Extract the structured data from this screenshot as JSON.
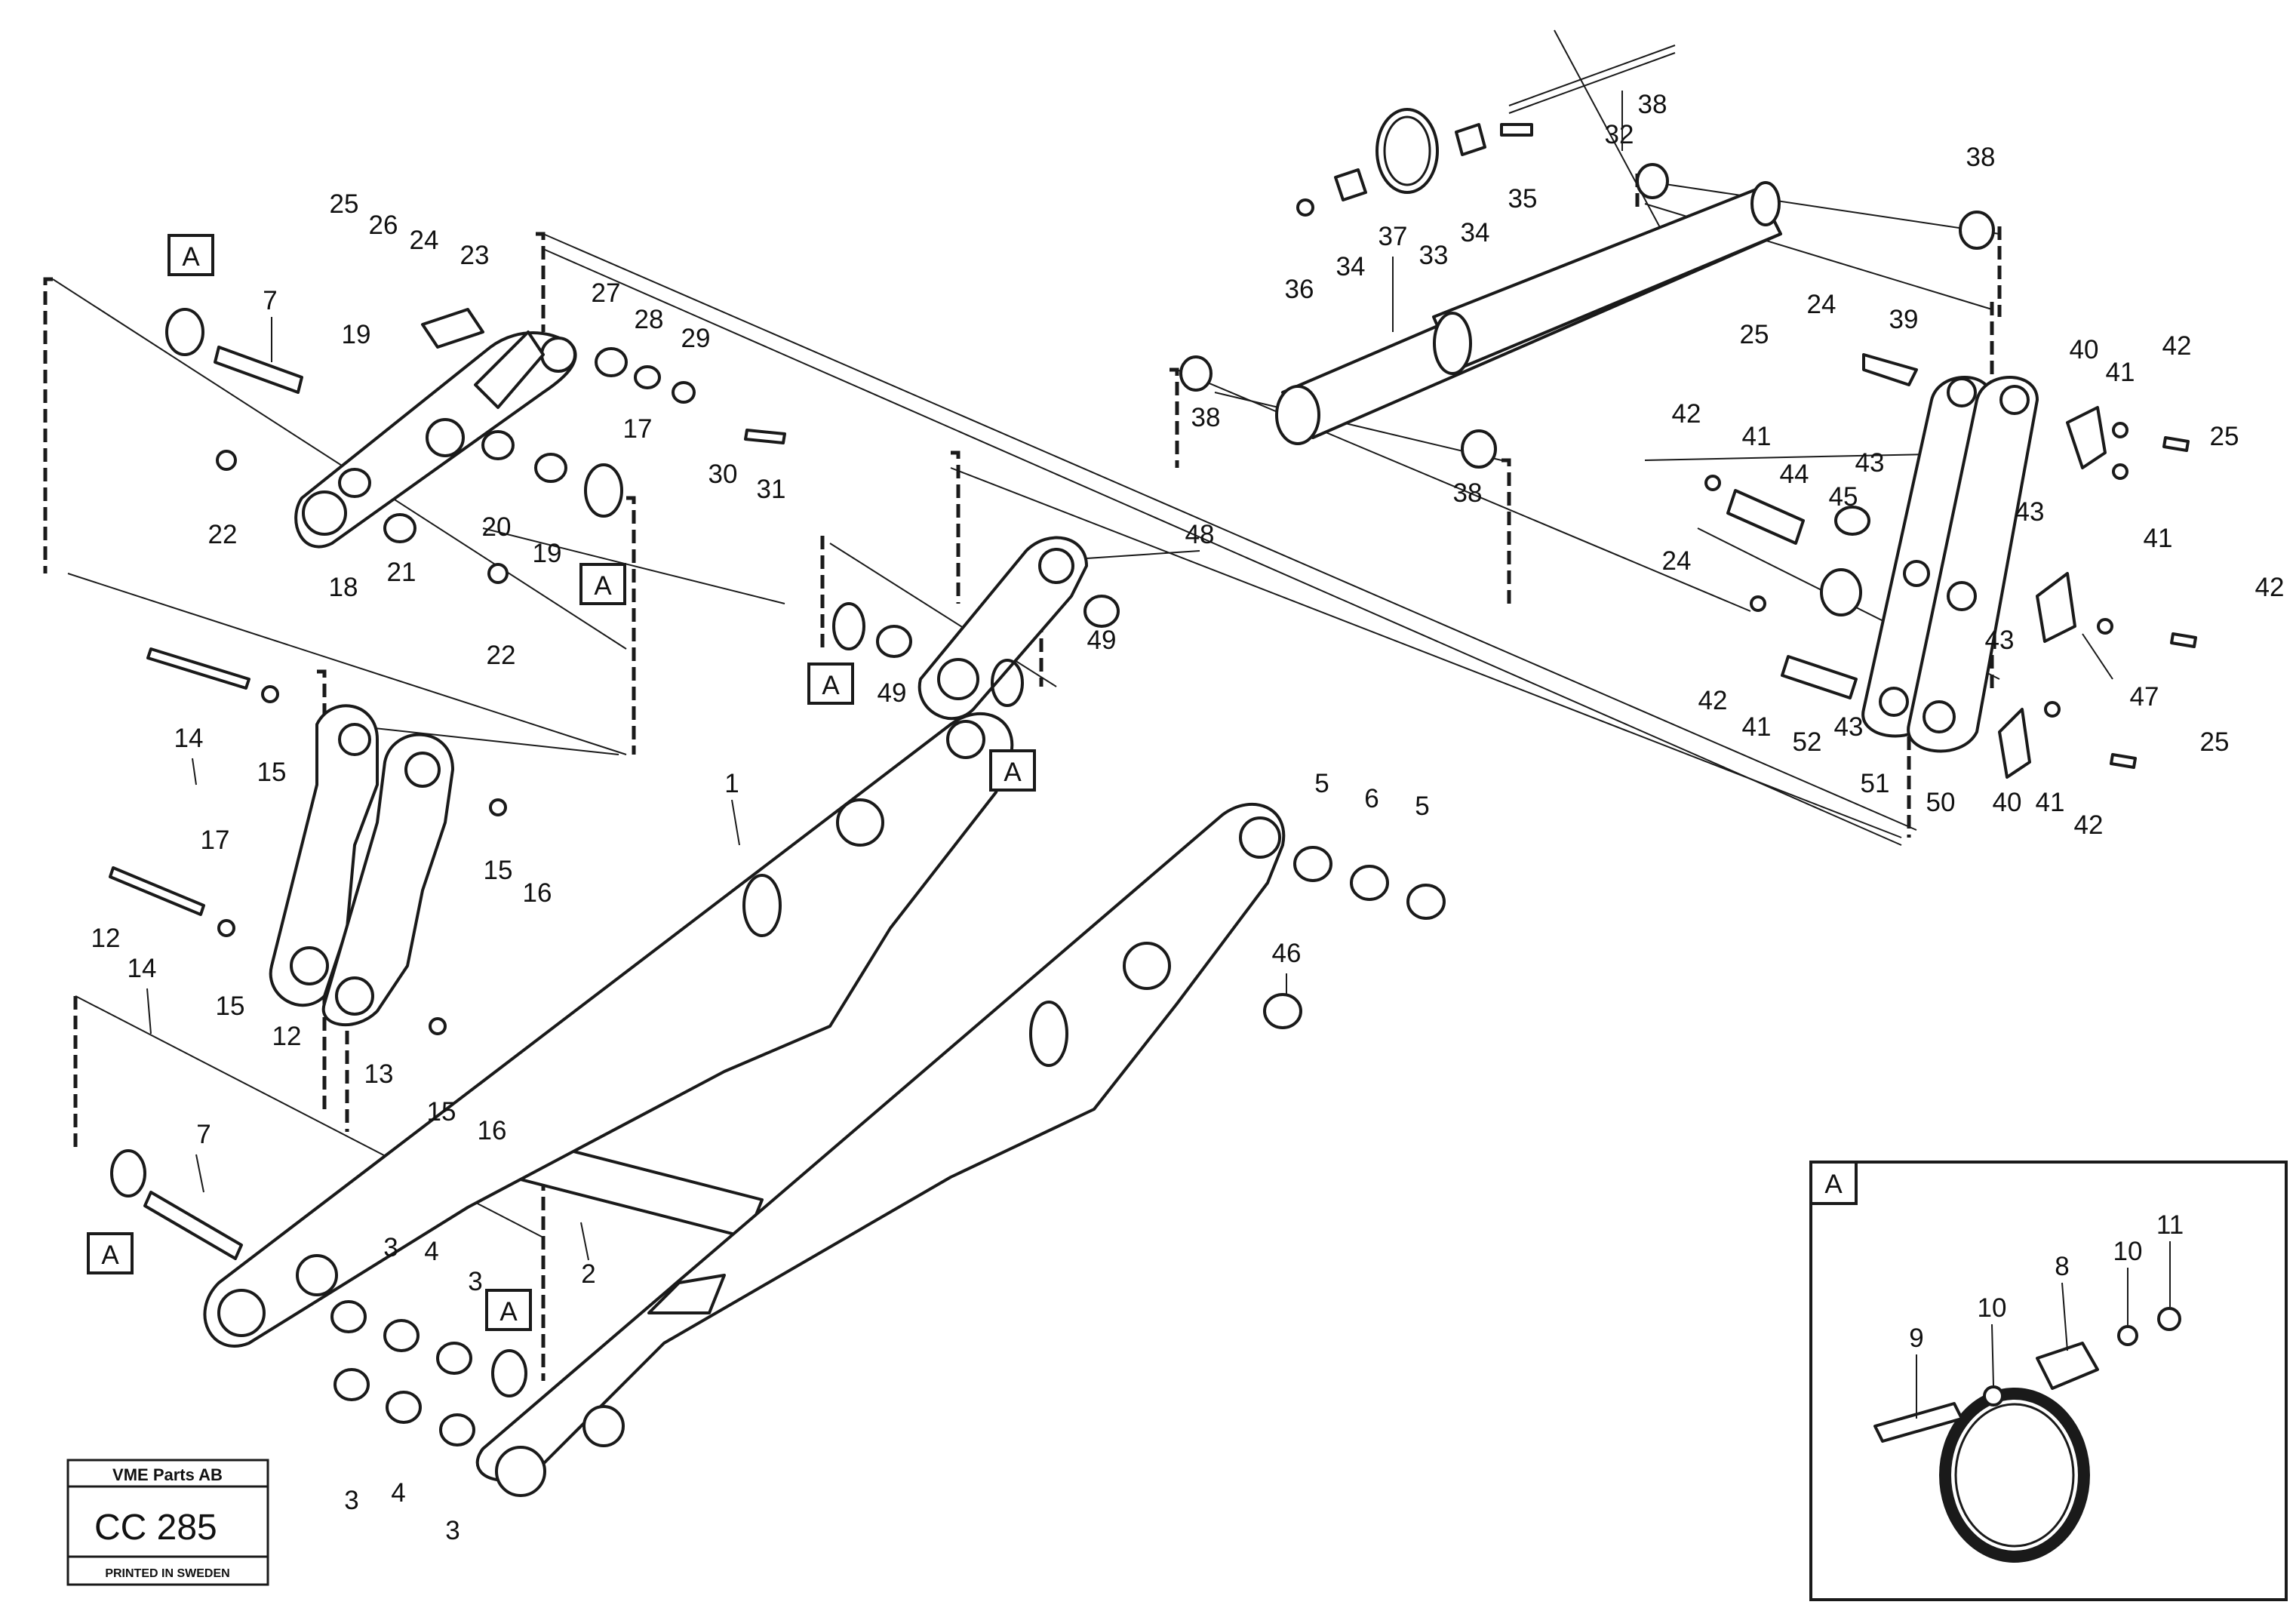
{
  "diagram": {
    "callout_letter": "A",
    "part_labels": [
      "1",
      "2",
      "3",
      "4",
      "5",
      "6",
      "7",
      "8",
      "9",
      "10",
      "11",
      "12",
      "13",
      "14",
      "15",
      "16",
      "17",
      "18",
      "19",
      "20",
      "21",
      "22",
      "23",
      "24",
      "25",
      "26",
      "27",
      "28",
      "29",
      "30",
      "31",
      "32",
      "33",
      "34",
      "35",
      "36",
      "37",
      "38",
      "39",
      "40",
      "41",
      "42",
      "43",
      "44",
      "45",
      "46",
      "47",
      "48",
      "49",
      "50",
      "51",
      "52"
    ],
    "detail_title": "A",
    "stamp": {
      "company": "VME Parts AB",
      "code": "CC 285",
      "footer": "PRINTED IN SWEDEN"
    }
  }
}
